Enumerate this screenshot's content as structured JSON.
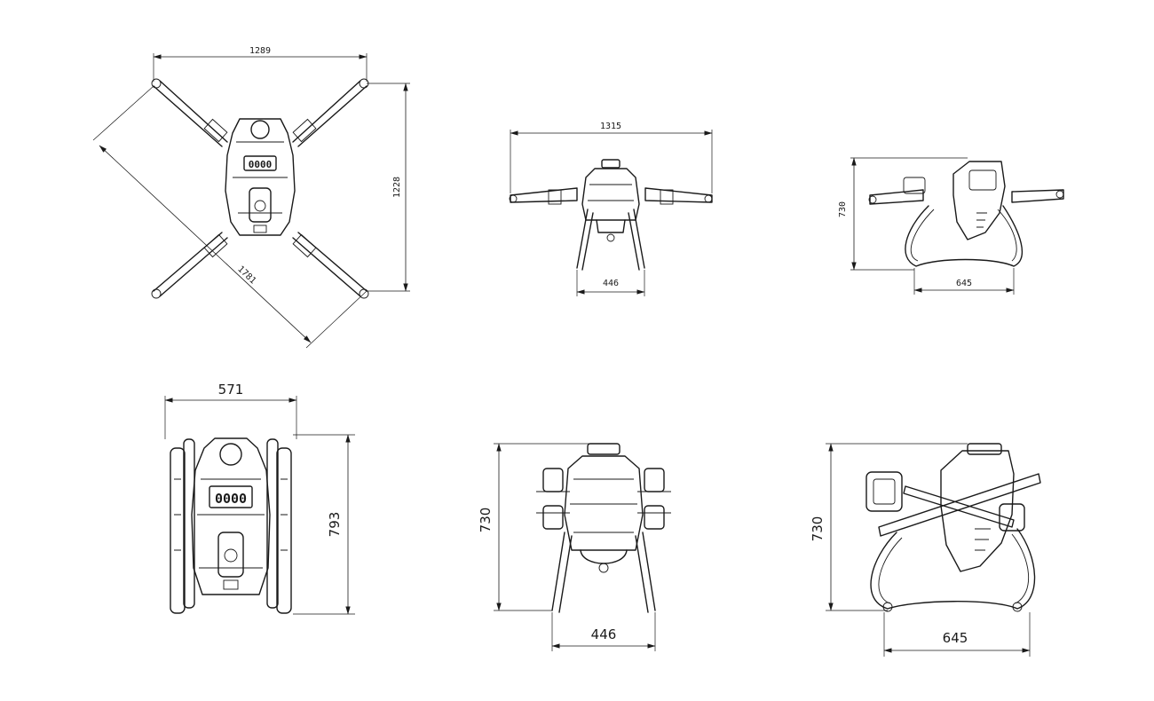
{
  "drawing": {
    "views": {
      "top_unfolded": {
        "width": "1289",
        "depth": "1228",
        "diagonal": "1781"
      },
      "front_unfolded": {
        "width": "1315",
        "leg_span": "446"
      },
      "side_unfolded": {
        "height": "730",
        "leg_span": "645"
      },
      "top_folded": {
        "width": "571",
        "depth": "793"
      },
      "front_folded": {
        "height": "730",
        "leg_span": "446"
      },
      "side_folded": {
        "height": "730",
        "leg_span": "645"
      }
    },
    "display_digits": "0000"
  }
}
